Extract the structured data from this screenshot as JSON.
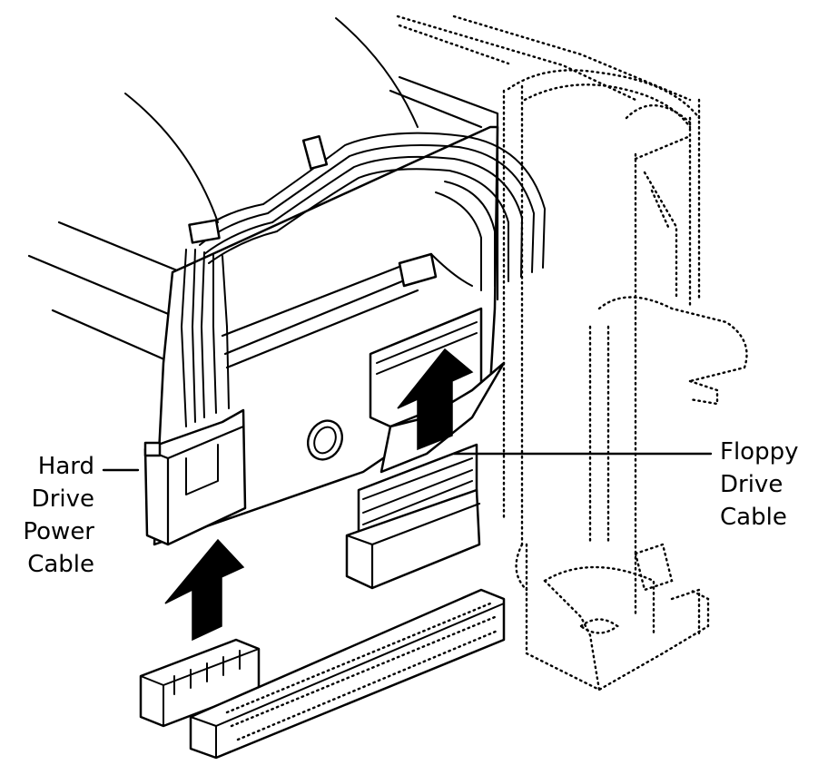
{
  "labels": {
    "hard_drive_power_cable": [
      "Hard",
      "Drive",
      "Power",
      "Cable"
    ],
    "floppy_drive_cable": [
      "Floppy",
      "Drive",
      "Cable"
    ]
  },
  "colors": {
    "ink": "#000000",
    "paper": "#ffffff"
  },
  "arrows": [
    "arrow-up",
    "arrow-up"
  ]
}
